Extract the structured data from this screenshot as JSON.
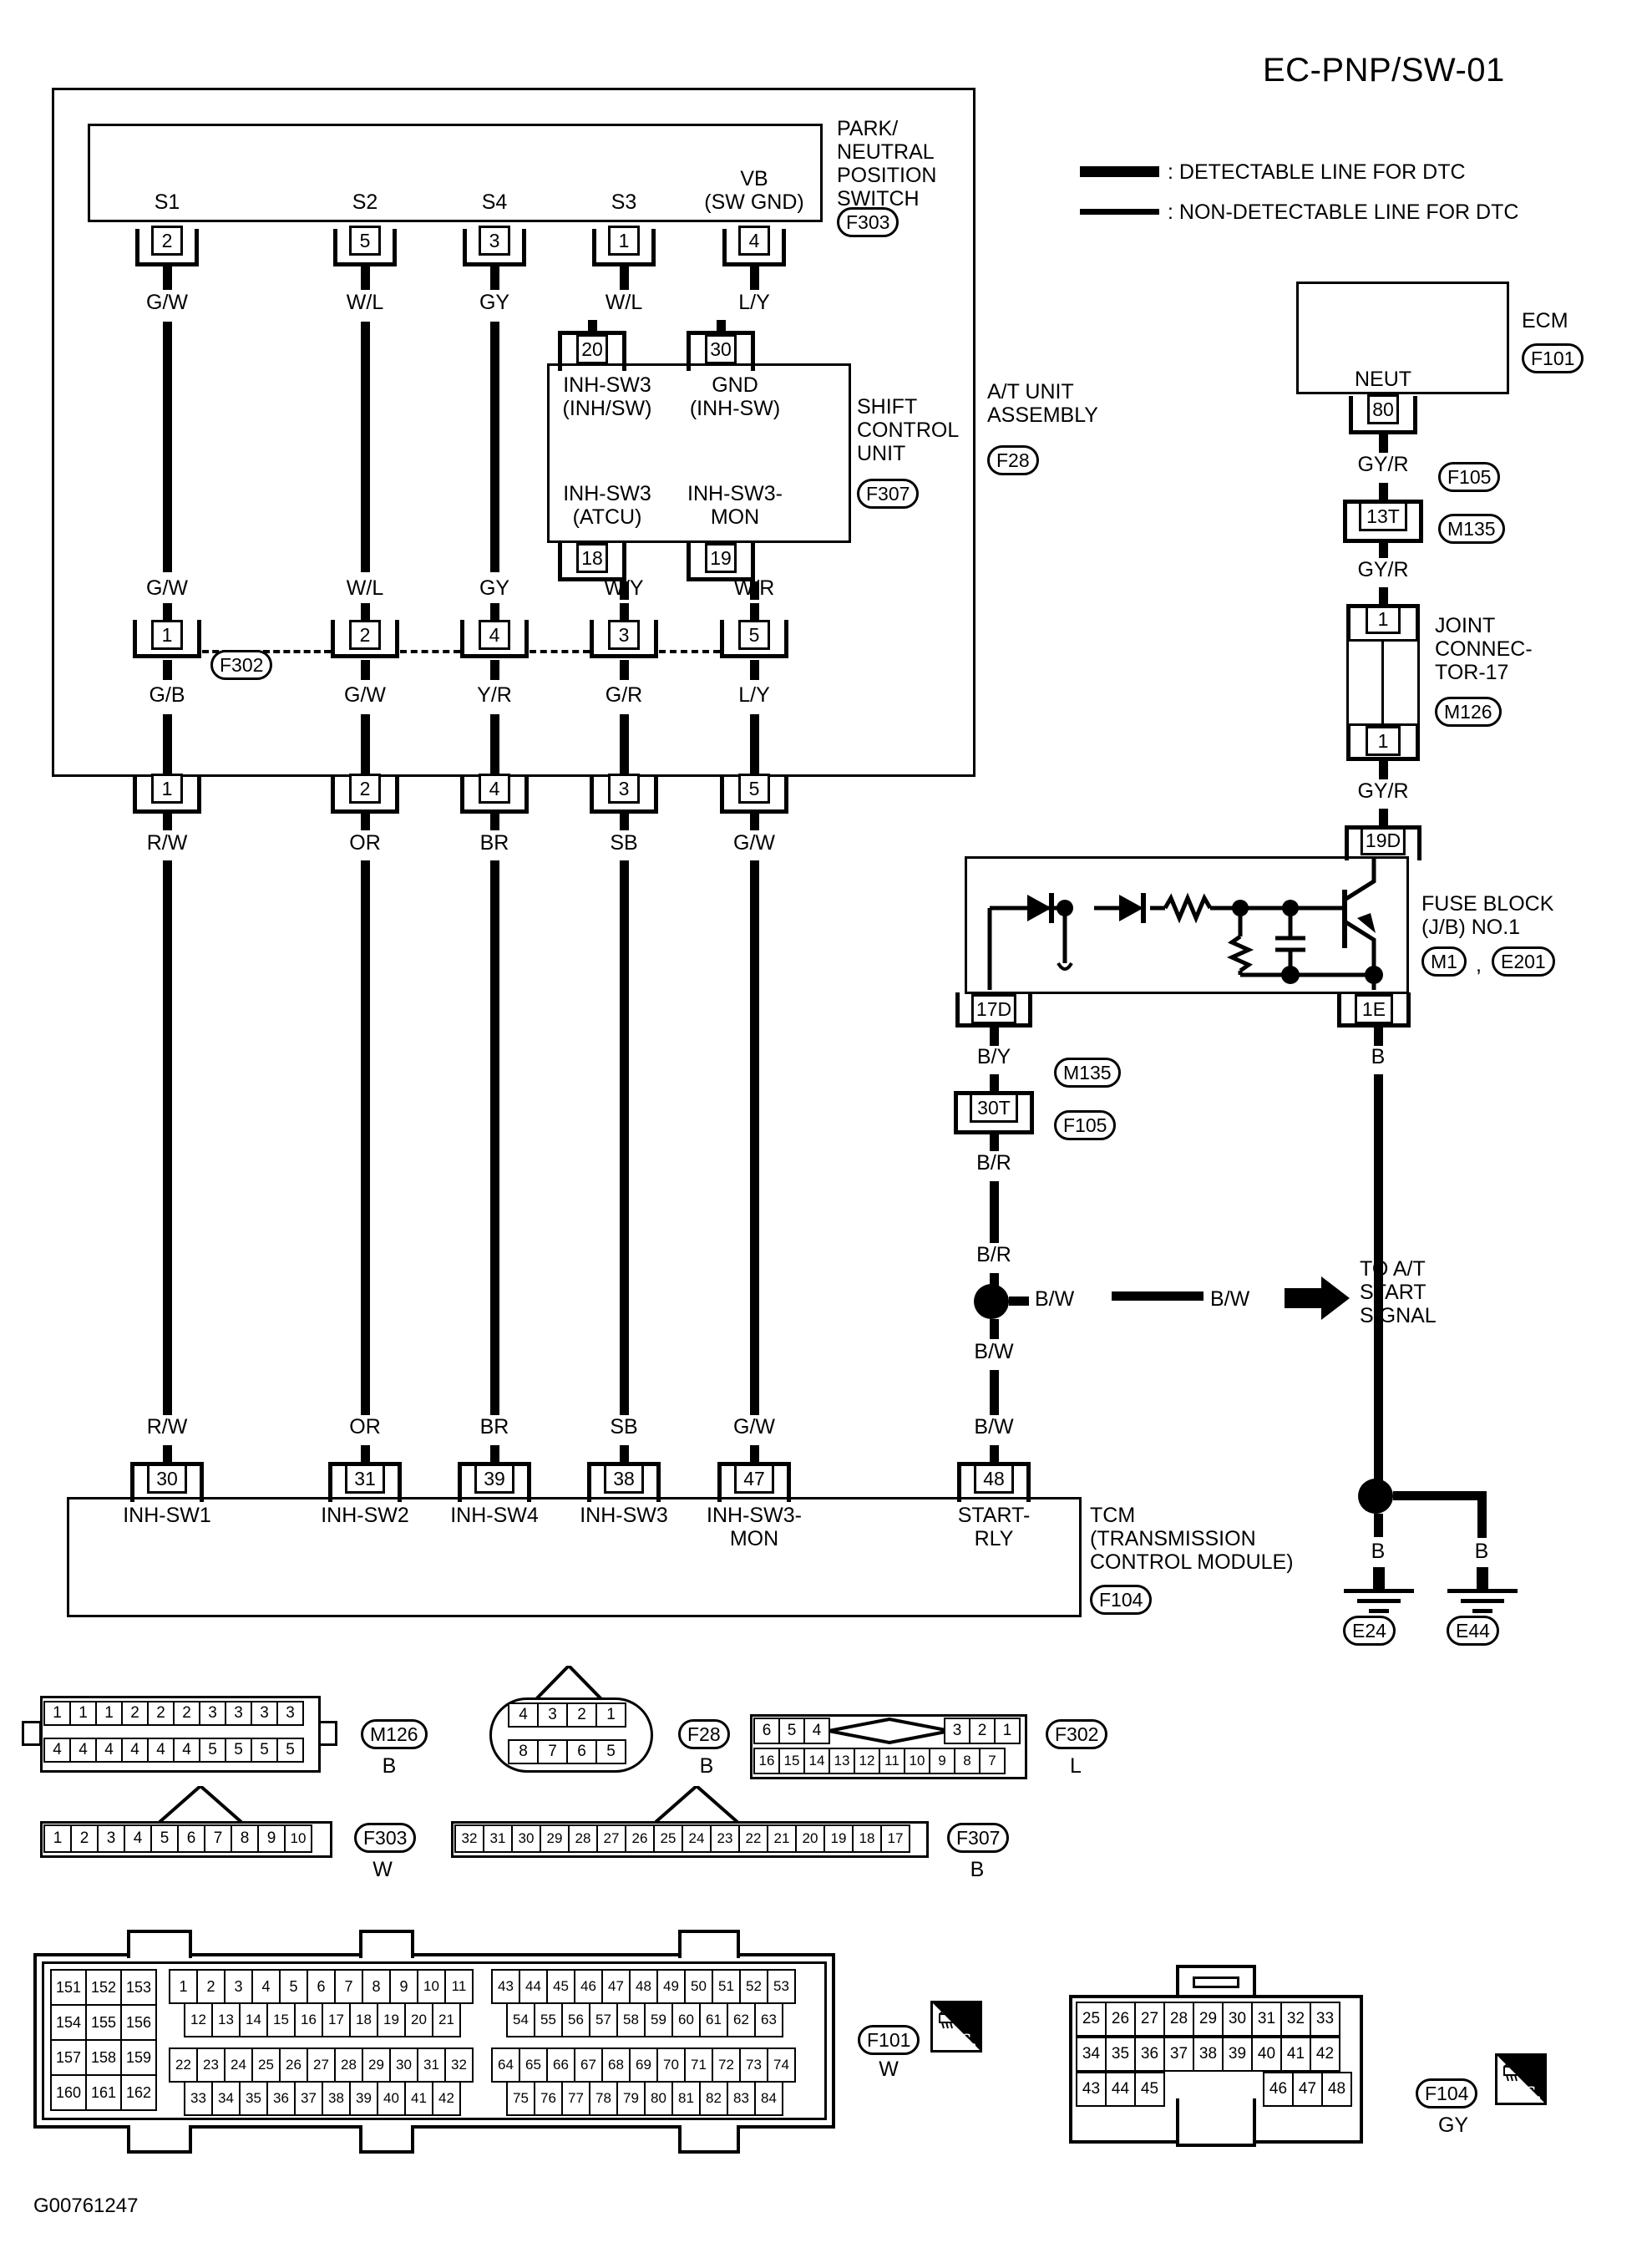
{
  "document": {
    "title": "EC-PNP/SW-01",
    "figure_code": "G00761247"
  },
  "legend": {
    "items": [
      {
        "style": "thick",
        "label": ": DETECTABLE LINE FOR DTC"
      },
      {
        "style": "thin",
        "label": ": NON-DETECTABLE LINE FOR DTC"
      }
    ]
  },
  "blocks": {
    "pnp_switch": {
      "name": "PARK/\nNEUTRAL\nPOSITION\nSWITCH",
      "connector": "F303"
    },
    "shift_control_unit": {
      "name": "SHIFT\nCONTROL\nUNIT",
      "connector": "F307"
    },
    "at_unit_assembly": {
      "name": "A/T UNIT\nASSEMBLY",
      "connector": "F28"
    },
    "ecm": {
      "name": "ECM",
      "connector": "F101",
      "terminal_label": "NEUT",
      "terminal_pin": "80"
    },
    "joint_connector": {
      "name": "JOINT\nCONNEC-\nTOR-17",
      "connector": "M126",
      "pin_top": "1",
      "pin_bottom": "1"
    },
    "fuse_block": {
      "name": "FUSE BLOCK\n(J/B) NO.1",
      "connectors": [
        "M1",
        "E201"
      ],
      "separator": ",",
      "pin_top": "19D",
      "pin_left": "17D",
      "pin_right": "1E"
    },
    "tcm": {
      "name": "TCM\n(TRANSMISSION\nCONTROL MODULE)",
      "connector": "F104"
    }
  },
  "pnp_switch_terminals": [
    {
      "signal": "S1",
      "pin": "2",
      "wire": "G/W"
    },
    {
      "signal": "S2",
      "pin": "5",
      "wire": "W/L"
    },
    {
      "signal": "S4",
      "pin": "3",
      "wire": "GY"
    },
    {
      "signal": "S3",
      "pin": "1",
      "wire": "W/L"
    },
    {
      "signal": "VB\n(SW GND)",
      "pin": "4",
      "wire": "L/Y"
    }
  ],
  "shift_control_unit_terminals": {
    "top": [
      {
        "pin": "20",
        "label": "INH-SW3\n(INH/SW)"
      },
      {
        "pin": "30",
        "label": "GND\n(INH-SW)"
      }
    ],
    "bottom": [
      {
        "pin": "18",
        "label": "INH-SW3\n(ATCU)"
      },
      {
        "pin": "19",
        "label": "INH-SW3-\nMON"
      }
    ]
  },
  "f302_connector": {
    "name": "F302",
    "columns": [
      {
        "pin": "1",
        "wire_above": "G/W",
        "wire_below": "G/B"
      },
      {
        "pin": "2",
        "wire_above": "W/L",
        "wire_below": "G/W"
      },
      {
        "pin": "4",
        "wire_above": "GY",
        "wire_below": "Y/R"
      },
      {
        "pin": "3",
        "wire_above": "W/Y",
        "wire_below": "G/R"
      },
      {
        "pin": "5",
        "wire_above": "W/R",
        "wire_below": "L/Y"
      }
    ]
  },
  "at_unit_exit": [
    {
      "pin": "1",
      "wire": "R/W"
    },
    {
      "pin": "2",
      "wire": "OR"
    },
    {
      "pin": "4",
      "wire": "BR"
    },
    {
      "pin": "3",
      "wire": "SB"
    },
    {
      "pin": "5",
      "wire": "G/W"
    }
  ],
  "tcm_terminals": [
    {
      "wire": "R/W",
      "pin": "30",
      "label": "INH-SW1"
    },
    {
      "wire": "OR",
      "pin": "31",
      "label": "INH-SW2"
    },
    {
      "wire": "BR",
      "pin": "39",
      "label": "INH-SW4"
    },
    {
      "wire": "SB",
      "pin": "38",
      "label": "INH-SW3"
    },
    {
      "wire": "G/W",
      "pin": "47",
      "label": "INH-SW3-\nMON"
    },
    {
      "wire": "B/W",
      "pin": "48",
      "label": "START-\nRLY"
    }
  ],
  "ecm_branch": {
    "wires": [
      "GY/R",
      "GY/R",
      "GY/R",
      "GY/R"
    ],
    "inline_connector": {
      "pin": "13T",
      "connectors": [
        "F105",
        "M135"
      ]
    },
    "fuse_block_pin": "19D"
  },
  "start_branch": {
    "wire_top": "B/Y",
    "inline_connector": {
      "pin": "30T",
      "connectors": [
        "M135",
        "F105"
      ]
    },
    "wire_mid": "B/R",
    "wire_mid2": "B/R",
    "splice_label_1": "B/W",
    "splice_label_2": "B/W",
    "wire_down": "B/W",
    "arrow_label": "TO A/T\nSTART\nSIGNAL"
  },
  "ground_branch": {
    "wire": "B",
    "left": {
      "wire": "B",
      "connector": "E24"
    },
    "right": {
      "wire": "B",
      "connector": "E44"
    }
  },
  "connector_views": {
    "m126": {
      "name": "M126",
      "color": "B",
      "row1": [
        "1",
        "1",
        "1",
        "2",
        "2",
        "2",
        "3",
        "3",
        "3",
        "3"
      ],
      "row2": [
        "4",
        "4",
        "4",
        "4",
        "4",
        "4",
        "5",
        "5",
        "5",
        "5"
      ]
    },
    "f28": {
      "name": "F28",
      "color": "B",
      "row1": [
        "4",
        "3",
        "2",
        "1"
      ],
      "row2": [
        "8",
        "7",
        "6",
        "5"
      ]
    },
    "f302": {
      "name": "F302",
      "color": "L",
      "row1_left": [
        "6",
        "5",
        "4"
      ],
      "row1_right": [
        "3",
        "2",
        "1"
      ],
      "row2": [
        "16",
        "15",
        "14",
        "13",
        "12",
        "11",
        "10",
        "9",
        "8",
        "7"
      ]
    },
    "f303": {
      "name": "F303",
      "color": "W",
      "row1": [
        "1",
        "2",
        "3",
        "4",
        "5",
        "6",
        "7",
        "8",
        "9",
        "10"
      ]
    },
    "f307": {
      "name": "F307",
      "color": "B",
      "row1": [
        "32",
        "31",
        "30",
        "29",
        "28",
        "27",
        "26",
        "25",
        "24",
        "23",
        "22",
        "21",
        "20",
        "19",
        "18",
        "17"
      ]
    },
    "f101": {
      "name": "F101",
      "color": "W",
      "hs_label": "H.S.",
      "left_block": [
        [
          "151",
          "152",
          "153"
        ],
        [
          "154",
          "155",
          "156"
        ],
        [
          "157",
          "158",
          "159"
        ],
        [
          "160",
          "161",
          "162"
        ]
      ],
      "mid_block": [
        [
          "1",
          "2",
          "3",
          "4",
          "5",
          "6",
          "7",
          "8",
          "9",
          "10",
          "11"
        ],
        [
          "12",
          "13",
          "14",
          "15",
          "16",
          "17",
          "18",
          "19",
          "20",
          "21"
        ],
        [
          "22",
          "23",
          "24",
          "25",
          "26",
          "27",
          "28",
          "29",
          "30",
          "31",
          "32"
        ],
        [
          "33",
          "34",
          "35",
          "36",
          "37",
          "38",
          "39",
          "40",
          "41",
          "42"
        ]
      ],
      "right_block": [
        [
          "43",
          "44",
          "45",
          "46",
          "47",
          "48",
          "49",
          "50",
          "51",
          "52",
          "53"
        ],
        [
          "54",
          "55",
          "56",
          "57",
          "58",
          "59",
          "60",
          "61",
          "62",
          "63"
        ],
        [
          "64",
          "65",
          "66",
          "67",
          "68",
          "69",
          "70",
          "71",
          "72",
          "73",
          "74"
        ],
        [
          "75",
          "76",
          "77",
          "78",
          "79",
          "80",
          "81",
          "82",
          "83",
          "84"
        ]
      ]
    },
    "f104": {
      "name": "F104",
      "color": "GY",
      "hs_label": "H.S.",
      "row1": [
        "25",
        "26",
        "27",
        "28",
        "29",
        "30",
        "31",
        "32",
        "33"
      ],
      "row2": [
        "34",
        "35",
        "36",
        "37",
        "38",
        "39",
        "40",
        "41",
        "42"
      ],
      "row3_left": [
        "43",
        "44",
        "45"
      ],
      "row3_right": [
        "46",
        "47",
        "48"
      ]
    }
  }
}
